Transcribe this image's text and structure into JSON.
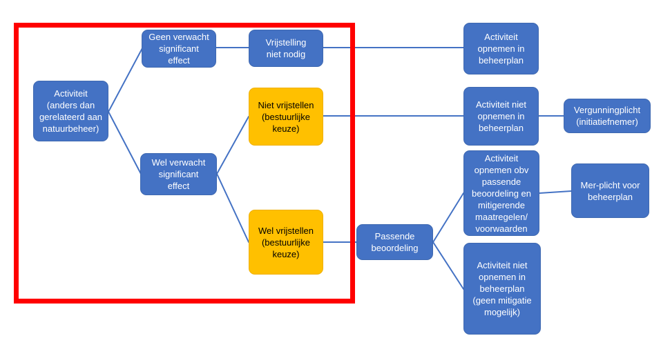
{
  "diagram": {
    "description": "Decision tree flowchart (Dutch) about including activities in a nature management plan",
    "colors": {
      "node_blue": "#4472C4",
      "node_blue_border": "#3E68B0",
      "node_orange": "#FFC000",
      "node_orange_border": "#EFAF00",
      "text_on_blue": "#FFFFFF",
      "text_on_orange": "#000000",
      "connector": "#4472C4",
      "highlight_red": "#FF0000"
    },
    "nodes": {
      "activiteit": {
        "label": "Activiteit\n(anders dan\ngerelateerd aan\nnatuurbeheer)",
        "style": "blue"
      },
      "geen_verwacht": {
        "label": "Geen verwacht\nsignificant\neffect",
        "style": "blue"
      },
      "vrijstelling_niet_nodig": {
        "label": "Vrijstelling\nniet nodig",
        "style": "blue"
      },
      "niet_vrijstellen": {
        "label": "Niet vrijstellen\n(bestuurlijke\nkeuze)",
        "style": "orange"
      },
      "wel_verwacht": {
        "label": "Wel verwacht\nsignificant\neffect",
        "style": "blue"
      },
      "wel_vrijstellen": {
        "label": "Wel vrijstellen\n(bestuurlijke\nkeuze)",
        "style": "orange"
      },
      "activiteit_opnemen": {
        "label": "Activiteit\nopnemen in\nbeheerplan",
        "style": "blue"
      },
      "activiteit_niet_opnemen": {
        "label": "Activiteit niet\nopnemen in\nbeheerplan",
        "style": "blue"
      },
      "vergunningplicht": {
        "label": "Vergunningplicht\n(initiatiefnemer)",
        "style": "blue"
      },
      "activiteit_opnemen_obv": {
        "label": "Activiteit\nopnemen obv\npassende\nbeoordeling en\nmitigerende\nmaatregelen/\nvoorwaarden",
        "style": "blue"
      },
      "mer_plicht": {
        "label": "Mer-plicht voor\nbeheerplan",
        "style": "blue"
      },
      "passende_beoordeling": {
        "label": "Passende\nbeoordeling",
        "style": "blue"
      },
      "geen_mitigatie": {
        "label": "Activiteit niet\nopnemen in\nbeheerplan\n(geen mitigatie\nmogelijk)",
        "style": "blue"
      }
    },
    "edges": [
      {
        "from": "activiteit",
        "to": "geen_verwacht"
      },
      {
        "from": "activiteit",
        "to": "wel_verwacht"
      },
      {
        "from": "geen_verwacht",
        "to": "vrijstelling_niet_nodig"
      },
      {
        "from": "vrijstelling_niet_nodig",
        "to": "activiteit_opnemen"
      },
      {
        "from": "wel_verwacht",
        "to": "niet_vrijstellen"
      },
      {
        "from": "wel_verwacht",
        "to": "wel_vrijstellen"
      },
      {
        "from": "niet_vrijstellen",
        "to": "activiteit_niet_opnemen"
      },
      {
        "from": "activiteit_niet_opnemen",
        "to": "vergunningplicht"
      },
      {
        "from": "wel_vrijstellen",
        "to": "passende_beoordeling"
      },
      {
        "from": "passende_beoordeling",
        "to": "activiteit_opnemen_obv"
      },
      {
        "from": "passende_beoordeling",
        "to": "geen_mitigatie"
      },
      {
        "from": "activiteit_opnemen_obv",
        "to": "mer_plicht"
      }
    ],
    "highlight_frame": {
      "note": "red rectangle outlining the left (provincial choice) part of the tree"
    }
  }
}
